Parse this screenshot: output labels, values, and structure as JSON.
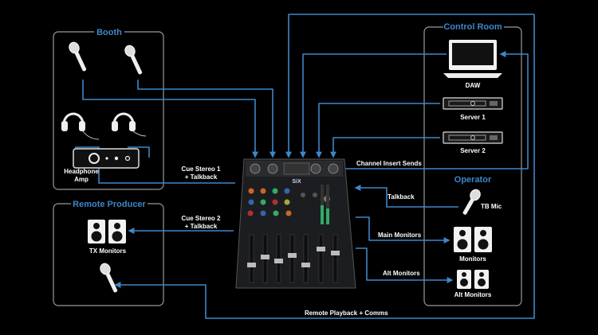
{
  "colors": {
    "background": "#000000",
    "accent": "#3d87c9",
    "wire": "#3d87c9",
    "box_border": "#9a9a9a",
    "text": "#ffffff"
  },
  "sections": {
    "booth": {
      "title": "Booth",
      "headphone_amp_label": "Headphone\nAmp",
      "icons": [
        "microphone-icon",
        "microphone-icon",
        "headphones-icon",
        "headphones-icon",
        "headphone-amp-icon"
      ]
    },
    "remote_producer": {
      "title": "Remote Producer",
      "tx_monitors_label": "TX Monitors",
      "icons": [
        "speaker-icon",
        "speaker-icon",
        "microphone-icon"
      ]
    },
    "control_room": {
      "title": "Control Room",
      "daw_label": "DAW",
      "server1_label": "Server 1",
      "server2_label": "Server 2",
      "icons": [
        "monitor-icon",
        "server-icon",
        "server-icon"
      ]
    },
    "operator": {
      "title": "Operator",
      "tb_mic_label": "TB Mic",
      "main_monitors_label": "Monitors",
      "alt_monitors_label": "Alt Monitors",
      "icons": [
        "microphone-icon",
        "speaker-icon",
        "speaker-icon"
      ]
    }
  },
  "connections": {
    "cue_stereo_1": "Cue Stereo 1\n+ Talkback",
    "cue_stereo_2": "Cue Stereo 2\n+ Talkback",
    "channel_insert_sends": "Channel Insert Sends",
    "talkback": "Talkback",
    "main_monitors": "Main Monitors",
    "alt_monitors": "Alt Monitors",
    "remote_playback": "Remote Playback + Comms"
  },
  "mixer": {
    "name": "SiX",
    "icon": "mixer-console-icon"
  }
}
